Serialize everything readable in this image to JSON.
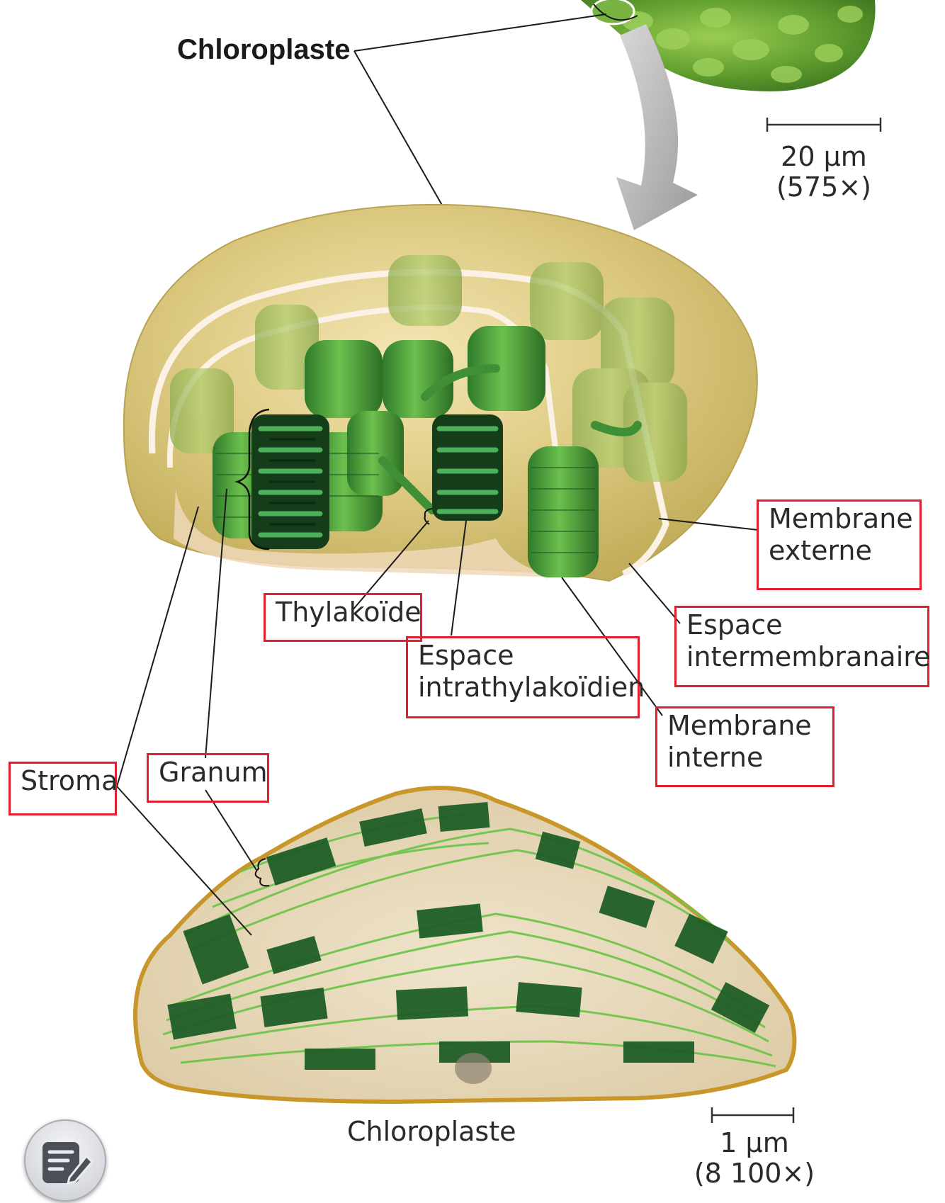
{
  "labels": {
    "chloroplaste_top": "Chloroplaste",
    "membrane_externe": "Membrane\nexterne",
    "espace_intermembranaire": "Espace\nintermembranaire",
    "thylakoide": "Thylakoïde",
    "espace_intrathylakoidien": "Espace\nintrathylakoïdien",
    "membrane_interne": "Membrane\ninterne",
    "stroma": "Stroma",
    "granum": "Granum",
    "chloroplaste_bottom": "Chloroplaste"
  },
  "scale_bars": {
    "top": {
      "value": "20 µm",
      "magnification": "(575×)"
    },
    "bottom": {
      "value": "1 µm",
      "magnification": "(8 100×)"
    }
  },
  "colors": {
    "label_box_border": "#e0202e",
    "granum_green": "#3f9a3a",
    "envelope_tan": "#d8c27a"
  },
  "icons": {
    "note_button": "edit-note-icon"
  }
}
